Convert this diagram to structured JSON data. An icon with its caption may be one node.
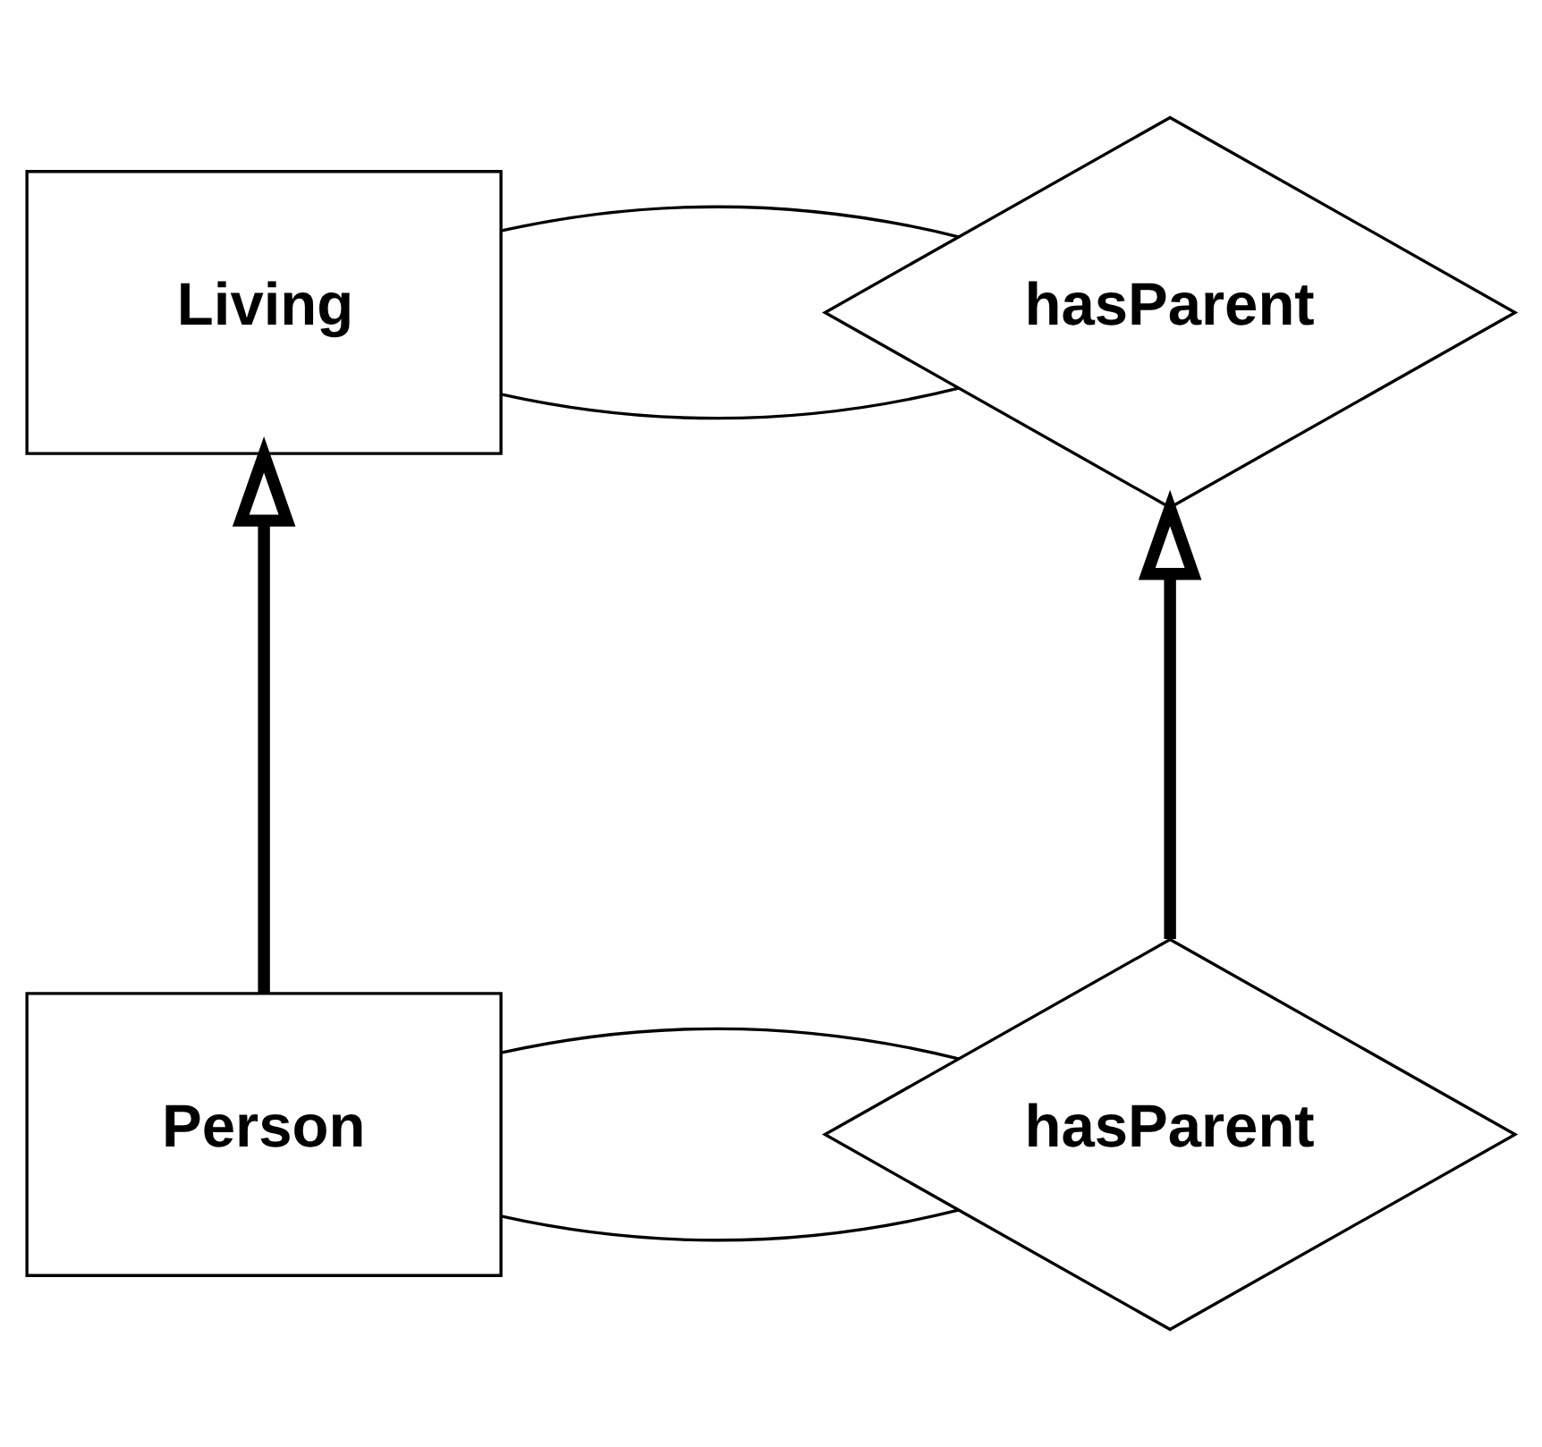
{
  "diagram": {
    "nodes": [
      {
        "text": [
          "Living"
        ]
      },
      {
        "text": [
          "hasParent"
        ]
      },
      {
        "text": [
          "Person"
        ]
      },
      {
        "text": [
          "hasParent"
        ]
      }
    ],
    "edges": [
      {
        "from": 0,
        "to": 1,
        "arrow": "none"
      },
      {
        "from": 0,
        "to": 1,
        "arrow": "none"
      },
      {
        "from": 2,
        "to": 3,
        "arrow": "none"
      },
      {
        "from": 2,
        "to": 3,
        "arrow": "none"
      },
      {
        "from": 2,
        "to": 0,
        "arrow": "to",
        "style": "thick"
      },
      {
        "from": 3,
        "to": 1,
        "arrow": "to",
        "style": "thick"
      }
    ]
  }
}
